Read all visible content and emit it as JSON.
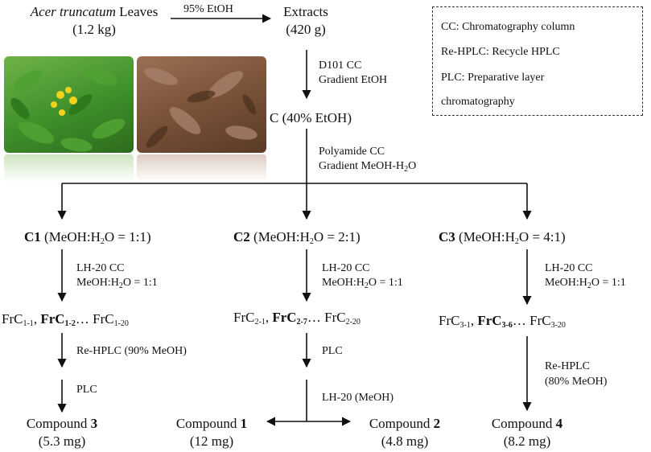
{
  "source": {
    "name": "Acer truncatum",
    "name_suffix": " Leaves",
    "amount": "(1.2 kg)"
  },
  "step1_label": "95% EtOH",
  "extracts": {
    "name": "Extracts",
    "amount": "(420 g)"
  },
  "step2_labels": [
    "D101 CC",
    "Gradient EtOH"
  ],
  "fraction_c": "C (40% EtOH)",
  "step3_labels": {
    "line1": "Polyamide CC",
    "line2_prefix": "Gradient MeOH-H",
    "line2_sub": "2",
    "line2_suffix": "O"
  },
  "legend": {
    "line1": "CC: Chromatography column",
    "line2": "Re-HPLC: Recycle HPLC",
    "line3": "PLC: Preparative layer",
    "line4": "chromatography"
  },
  "branches": [
    {
      "bold": "C1",
      "label_pre": " (MeOH:H",
      "sub": "2",
      "label_post": "O = 1:1)",
      "lh_line1": "LH-20 CC",
      "lh_line2": "MeOH:H2O = 1:1",
      "fr_a": "FrC",
      "fr_a_sub": "1-1",
      "fr_b": "FrC",
      "fr_b_sub": "1-2",
      "fr_c": "FrC",
      "fr_c_sub": "1-20",
      "sep": ", ",
      "ellipsis": "…",
      "step_a": "Re-HPLC (90% MeOH)",
      "step_b": "PLC",
      "compound": "Compound ",
      "compound_num": "3",
      "mass": "(5.3 mg)"
    },
    {
      "bold": "C2",
      "label_pre": " (MeOH:H",
      "sub": "2",
      "label_post": "O = 2:1)",
      "lh_line1": "LH-20 CC",
      "lh_line2": "MeOH:H2O = 1:1",
      "fr_a": "FrC",
      "fr_a_sub": "2-1",
      "fr_b": "FrC",
      "fr_b_sub": "2-7",
      "fr_c": "FrC",
      "fr_c_sub": "2-20",
      "sep": ", ",
      "ellipsis": "…",
      "step_a": "PLC",
      "step_b": "LH-20 (MeOH)",
      "compound_left": "Compound ",
      "compound_left_num": "1",
      "mass_left": "(12 mg)",
      "compound_right": "Compound ",
      "compound_right_num": "2",
      "mass_right": "(4.8 mg)"
    },
    {
      "bold": "C3",
      "label_pre": " (MeOH:H",
      "sub": "2",
      "label_post": "O = 4:1)",
      "lh_line1": "LH-20 CC",
      "lh_line2": "MeOH:H2O = 1:1",
      "fr_a": "FrC",
      "fr_a_sub": "3-1",
      "fr_b": "FrC",
      "fr_b_sub": "3-6",
      "fr_c": "FrC",
      "fr_c_sub": "3-20",
      "sep": ", ",
      "ellipsis": "…",
      "step_a": "Re-HPLC",
      "step_b": "(80% MeOH)",
      "compound": "Compound ",
      "compound_num": "4",
      "mass": "(8.2 mg)"
    }
  ],
  "colors": {
    "arrow": "#111111",
    "leaf_green": "#3f8f2a",
    "flower_yellow": "#f2d21b",
    "dry_leaf": "#7a5238"
  }
}
